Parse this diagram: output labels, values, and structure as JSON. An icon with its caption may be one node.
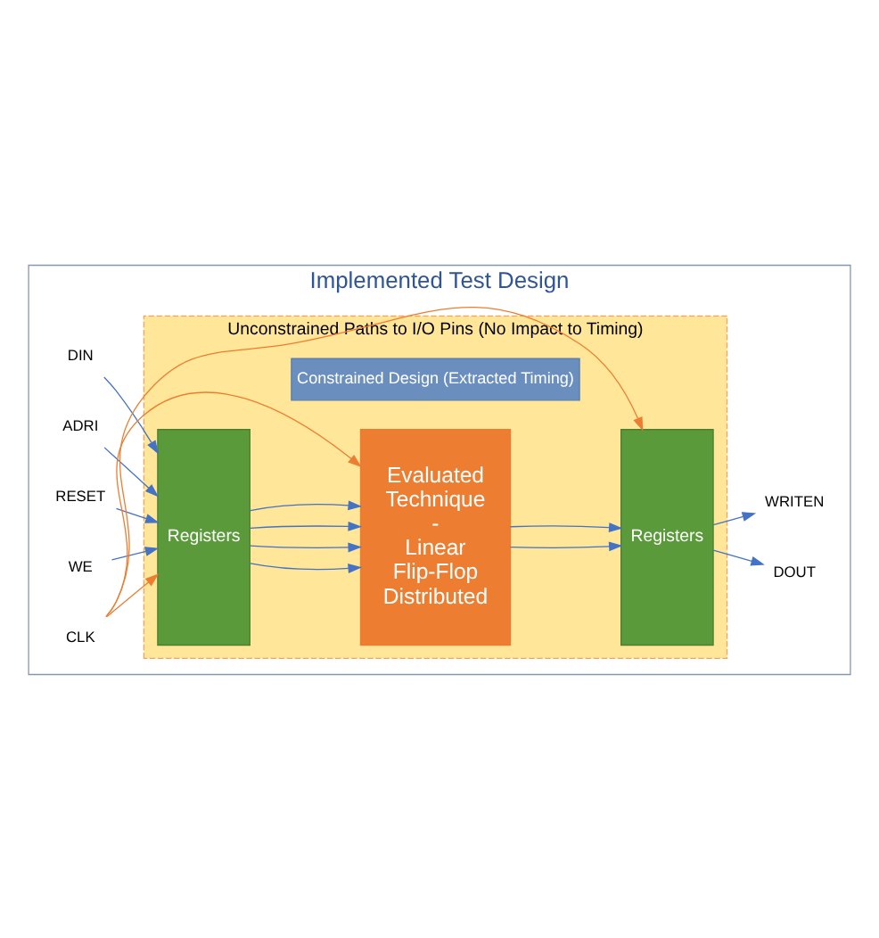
{
  "diagram": {
    "nodes": [
      {
        "text": [
          "Implemented Test Design"
        ]
      },
      {
        "text": [
          "Unconstrained Paths to I/O Pins (No Impact to Timing)"
        ],
        "in": 0
      },
      {
        "text": [
          "Constrained Design (Extracted Timing)"
        ],
        "in": 1
      },
      {
        "text": [
          "Registers"
        ],
        "in": 1
      },
      {
        "text": [
          "Evaluated Technique - Linear Flip-Flop Distributed"
        ],
        "in": 1
      },
      {
        "text": [
          "Registers"
        ],
        "in": 1
      },
      {
        "text": [
          "DIN"
        ],
        "in": 0
      },
      {
        "text": [
          "ADRI"
        ],
        "in": 0
      },
      {
        "text": [
          "RESET"
        ],
        "in": 0
      },
      {
        "text": [
          "WE"
        ],
        "in": 0
      },
      {
        "text": [
          "DOUT"
        ],
        "in": 0
      },
      {
        "text": [
          "WRITEN"
        ],
        "in": 0
      },
      {
        "text": [
          "CLK"
        ],
        "in": 0
      }
    ],
    "edges": [
      {
        "from": 6,
        "to": 3,
        "arrow": "to"
      },
      {
        "from": 7,
        "to": 3,
        "arrow": "to"
      },
      {
        "from": 8,
        "to": 3,
        "arrow": "to"
      },
      {
        "from": 9,
        "to": 3,
        "arrow": "to"
      },
      {
        "from": 3,
        "to": 4,
        "arrow": "to"
      },
      {
        "from": 3,
        "to": 4,
        "arrow": "to"
      },
      {
        "from": 3,
        "to": 4,
        "arrow": "to"
      },
      {
        "from": 3,
        "to": 4,
        "arrow": "to"
      },
      {
        "from": 4,
        "to": 5,
        "arrow": "to"
      },
      {
        "from": 4,
        "to": 5,
        "arrow": "to"
      },
      {
        "from": 5,
        "to": 10,
        "arrow": "to"
      },
      {
        "from": 5,
        "to": 11,
        "arrow": "to"
      },
      {
        "from": 12,
        "to": 3,
        "arrow": "to",
        "color": "#ed7d31"
      },
      {
        "from": 12,
        "to": 4,
        "arrow": "to",
        "color": "#ed7d31"
      },
      {
        "from": 12,
        "to": 5,
        "arrow": "to",
        "color": "#ed7d31"
      }
    ]
  }
}
